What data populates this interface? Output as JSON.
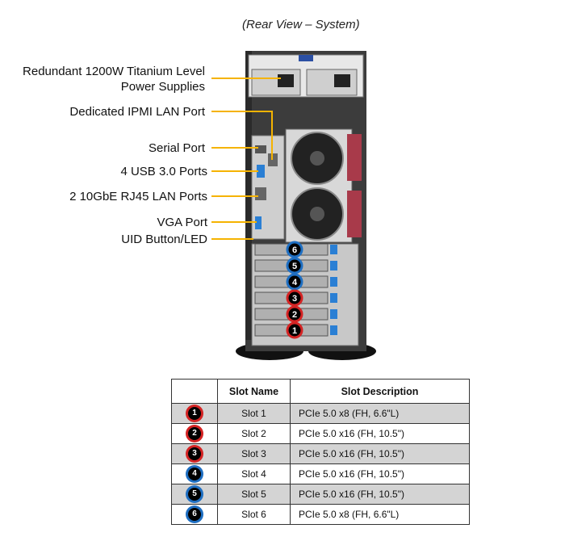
{
  "title": "(Rear View – System)",
  "labels": {
    "power_l1": "Redundant 1200W Titanium Level",
    "power_l2": "Power Supplies",
    "ipmi": "Dedicated IPMI LAN Port",
    "serial": "Serial Port",
    "usb": "4 USB 3.0 Ports",
    "lan": "2 10GbE RJ45 LAN Ports",
    "vga": "VGA Port",
    "uid": "UID Button/LED"
  },
  "colors": {
    "callout_line": "#f5b301",
    "badge_red": "#d42424",
    "badge_blue": "#1f6fc2",
    "chassis": "#3c3c3c",
    "fan_handle": "#a83a4a",
    "latch": "#2a7fd4"
  },
  "badges": [
    "6",
    "5",
    "4",
    "3",
    "2",
    "1"
  ],
  "table": {
    "headers": {
      "icon": "",
      "name": "Slot Name",
      "desc": "Slot Description"
    },
    "rows": [
      {
        "num": "1",
        "color": "red",
        "name": "Slot 1",
        "desc": "PCIe 5.0 x8 (FH, 6.6\"L)"
      },
      {
        "num": "2",
        "color": "red",
        "name": "Slot 2",
        "desc": "PCIe 5.0 x16 (FH, 10.5\")"
      },
      {
        "num": "3",
        "color": "red",
        "name": "Slot 3",
        "desc": "PCIe 5.0 x16 (FH, 10.5\")"
      },
      {
        "num": "4",
        "color": "blue",
        "name": "Slot 4",
        "desc": "PCIe 5.0 x16 (FH, 10.5\")"
      },
      {
        "num": "5",
        "color": "blue",
        "name": "Slot 5",
        "desc": "PCIe 5.0 x16 (FH, 10.5\")"
      },
      {
        "num": "6",
        "color": "blue",
        "name": "Slot 6",
        "desc": "PCIe 5.0 x8 (FH, 6.6\"L)"
      }
    ]
  }
}
